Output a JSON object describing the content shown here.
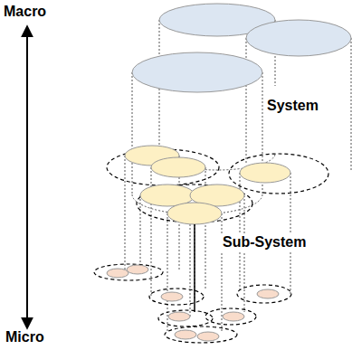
{
  "diagram": {
    "labels": [
      "Macro",
      "System",
      "Sub-System",
      "Micro"
    ]
  }
}
